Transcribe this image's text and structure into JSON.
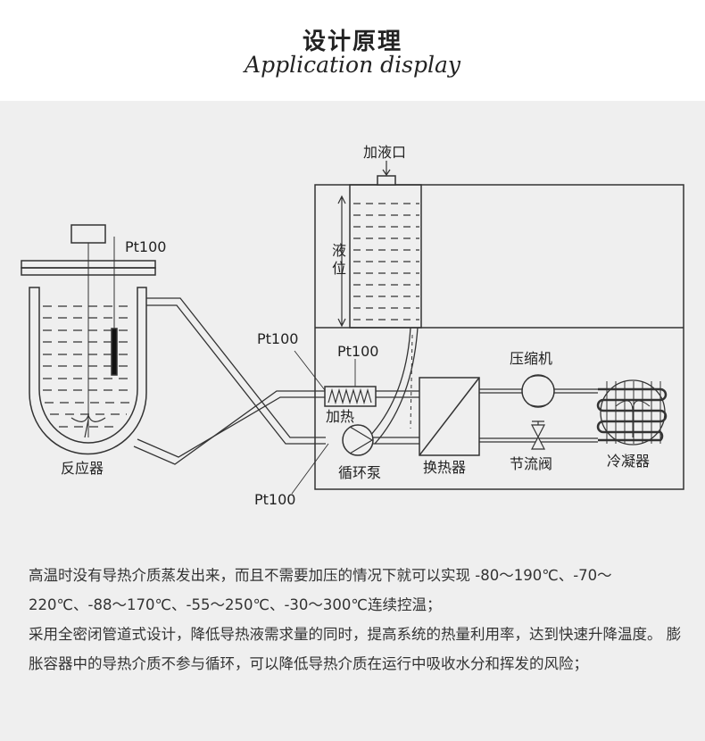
{
  "header": {
    "title": "设计原理",
    "subtitle": "Application display"
  },
  "diagram": {
    "fill_port": "加液口",
    "level": [
      "液",
      "位"
    ],
    "pt100_reactor": "Pt100",
    "pt100_outlet": "Pt100",
    "pt100_heater": "Pt100",
    "pt100_inlet": "Pt100",
    "heater": "加热",
    "pump": "循环泵",
    "heat_exchanger": "换热器",
    "compressor": "压缩机",
    "throttle_valve": "节流阀",
    "condenser": "冷凝器",
    "reactor": "反应器"
  },
  "description": {
    "p1": "高温时没有导热介质蒸发出来，而且不需要加压的情况下就可以实现 -80～190℃、-70～220℃、-88～170℃、-55～250℃、-30～300℃连续控温；",
    "p2": "采用全密闭管道式设计，降低导热液需求量的同时，提高系统的热量利用率，达到快速升降温度。 膨胀容器中的导热介质不参与循环，可以降低导热介质在运行中吸收水分和挥发的风险；"
  }
}
